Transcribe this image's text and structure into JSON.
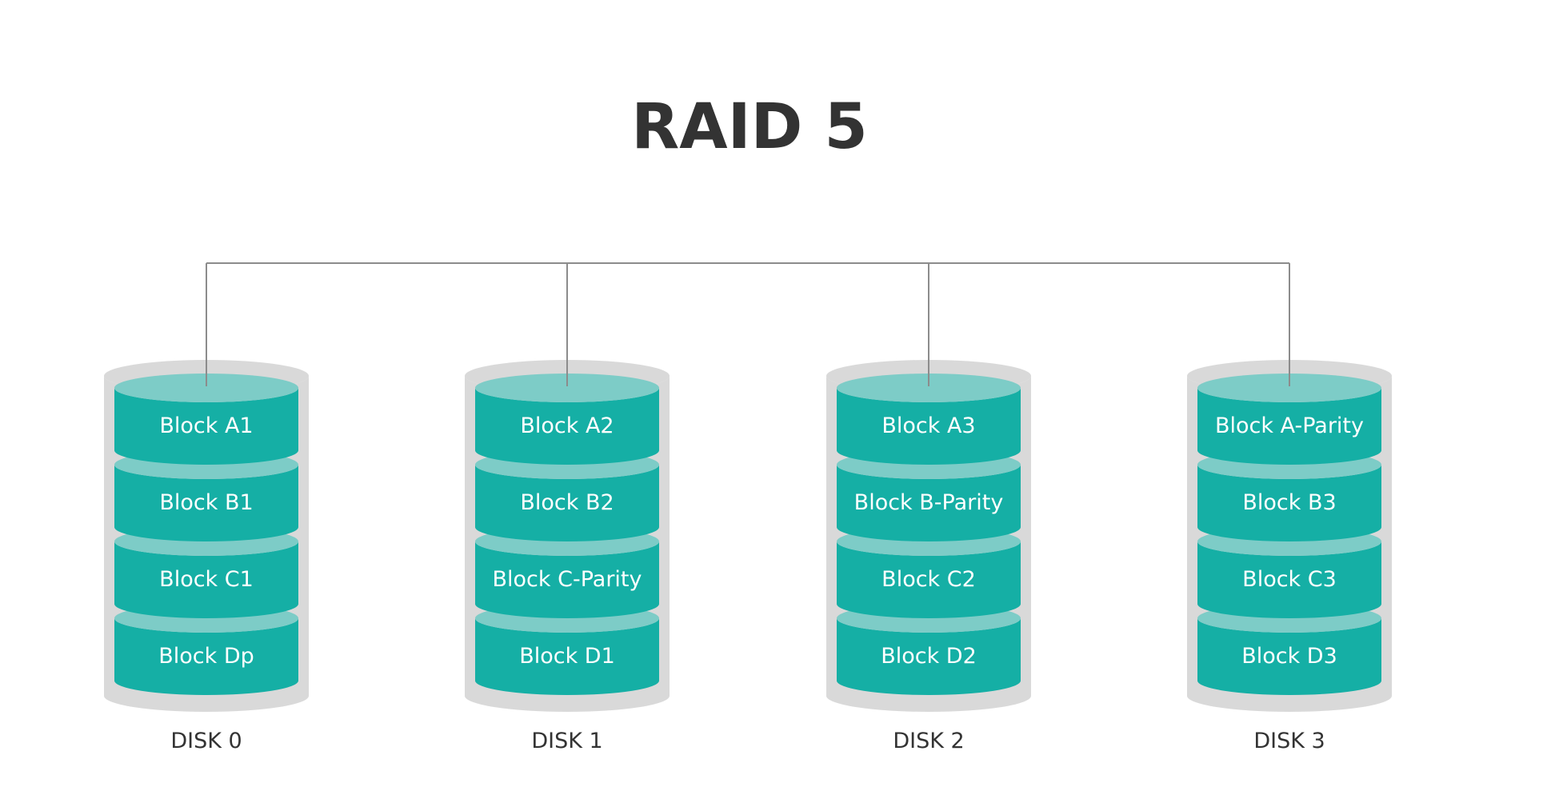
{
  "title": "RAID 5",
  "disks": [
    {
      "label": "DISK 0",
      "blocks": [
        "Block A1",
        "Block B1",
        "Block C1",
        "Block Dp"
      ]
    },
    {
      "label": "DISK 1",
      "blocks": [
        "Block A2",
        "Block B2",
        "Block C-Parity",
        "Block D1"
      ]
    },
    {
      "label": "DISK 2",
      "blocks": [
        "Block A3",
        "Block B-Parity",
        "Block C2",
        "Block D2"
      ]
    },
    {
      "label": "DISK 3",
      "blocks": [
        "Block A-Parity",
        "Block B3",
        "Block C3",
        "Block D3"
      ]
    }
  ],
  "colors": {
    "block": "#15afa5",
    "block_top": "#7dccc7",
    "casing": "#d9d9d9",
    "connector": "#8c8c8c",
    "title": "#333333"
  }
}
